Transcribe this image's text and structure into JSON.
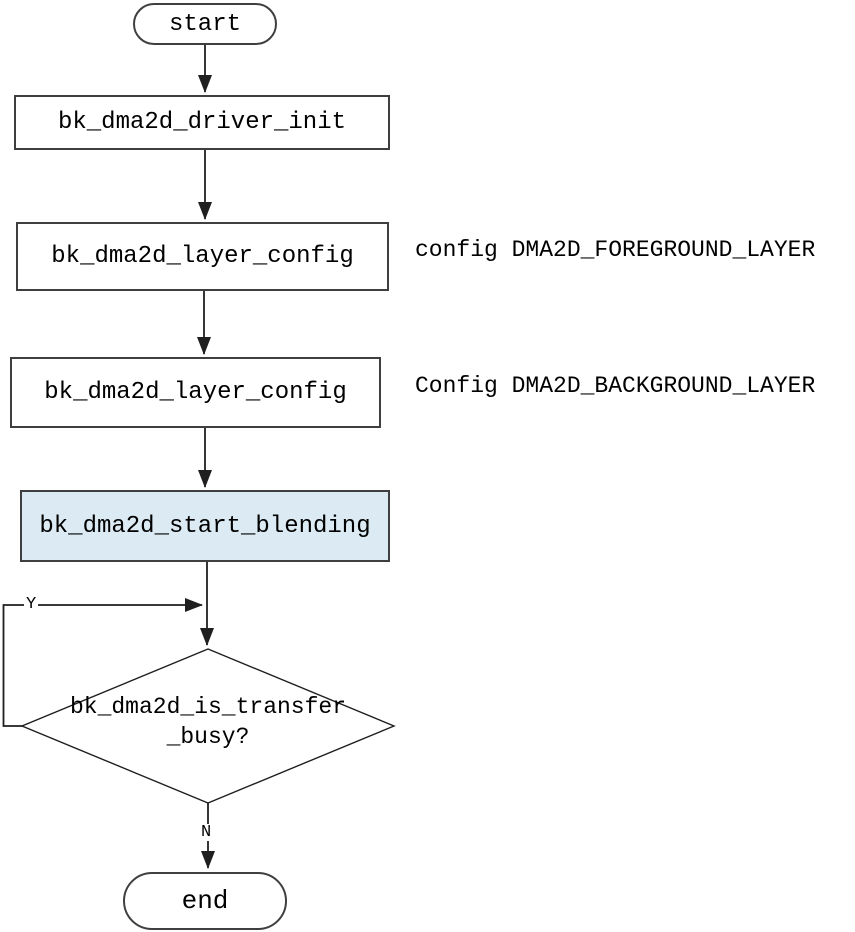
{
  "diagram": {
    "start_label": "start",
    "nodes": [
      {
        "label": "bk_dma2d_driver_init"
      },
      {
        "label": "bk_dma2d_layer_config"
      },
      {
        "label": "bk_dma2d_layer_config"
      },
      {
        "label": "bk_dma2d_start_blending"
      }
    ],
    "notes": [
      {
        "text": "config DMA2D_FOREGROUND_LAYER"
      },
      {
        "text": "Config DMA2D_BACKGROUND_LAYER"
      }
    ],
    "decision": {
      "line1": "bk_dma2d_is_transfer",
      "line2": "_busy?",
      "yes": "Y",
      "no": "N"
    },
    "end_label": "end",
    "colors": {
      "highlight_fill": "#dcebf3",
      "node_border": "#3f3f3f",
      "connector": "#1f1f1f"
    }
  }
}
